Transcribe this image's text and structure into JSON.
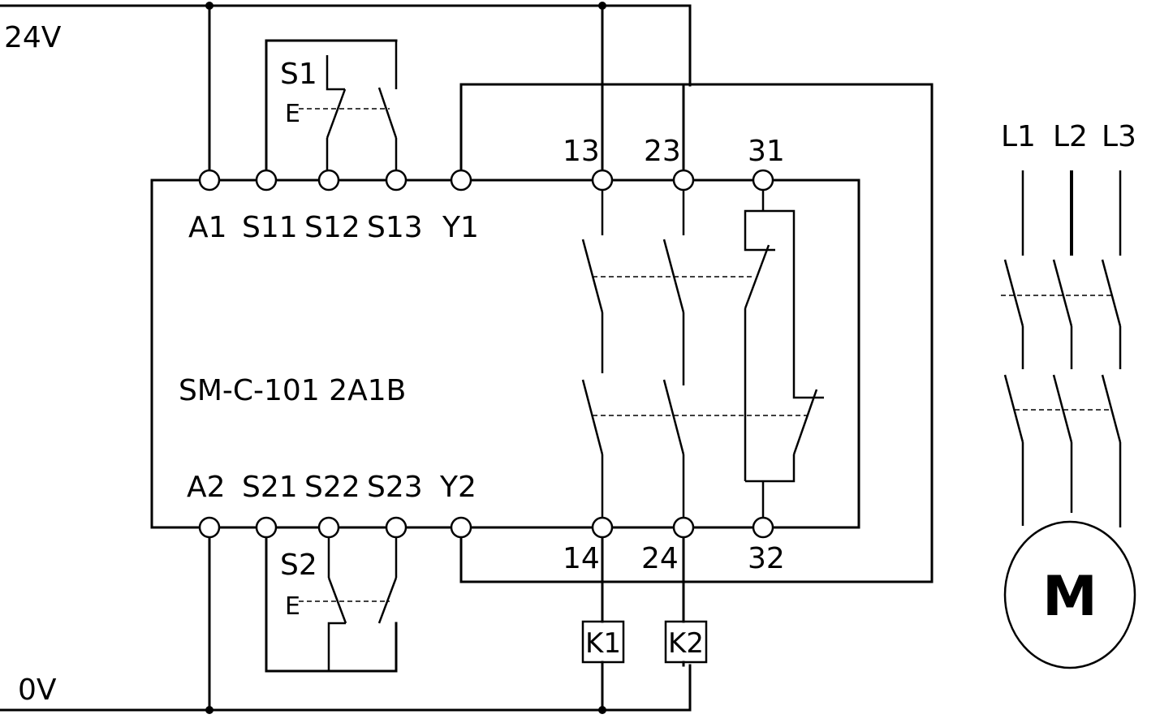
{
  "rails": {
    "positive": "24V",
    "negative": "0V"
  },
  "module": {
    "model": "SM-C-101 2A1B",
    "top_terminals": [
      "A1",
      "S11",
      "S12",
      "S13",
      "Y1"
    ],
    "bottom_terminals": [
      "A2",
      "S21",
      "S22",
      "S23",
      "Y2"
    ],
    "output_top": [
      "13",
      "23",
      "31"
    ],
    "output_bottom": [
      "14",
      "24",
      "32"
    ]
  },
  "switches": {
    "top": "S1",
    "bottom": "S2",
    "actuator_glyph": "E"
  },
  "coils": [
    "K1",
    "K2"
  ],
  "phases": [
    "L1",
    "L2",
    "L3"
  ],
  "motor": {
    "label": "M"
  }
}
